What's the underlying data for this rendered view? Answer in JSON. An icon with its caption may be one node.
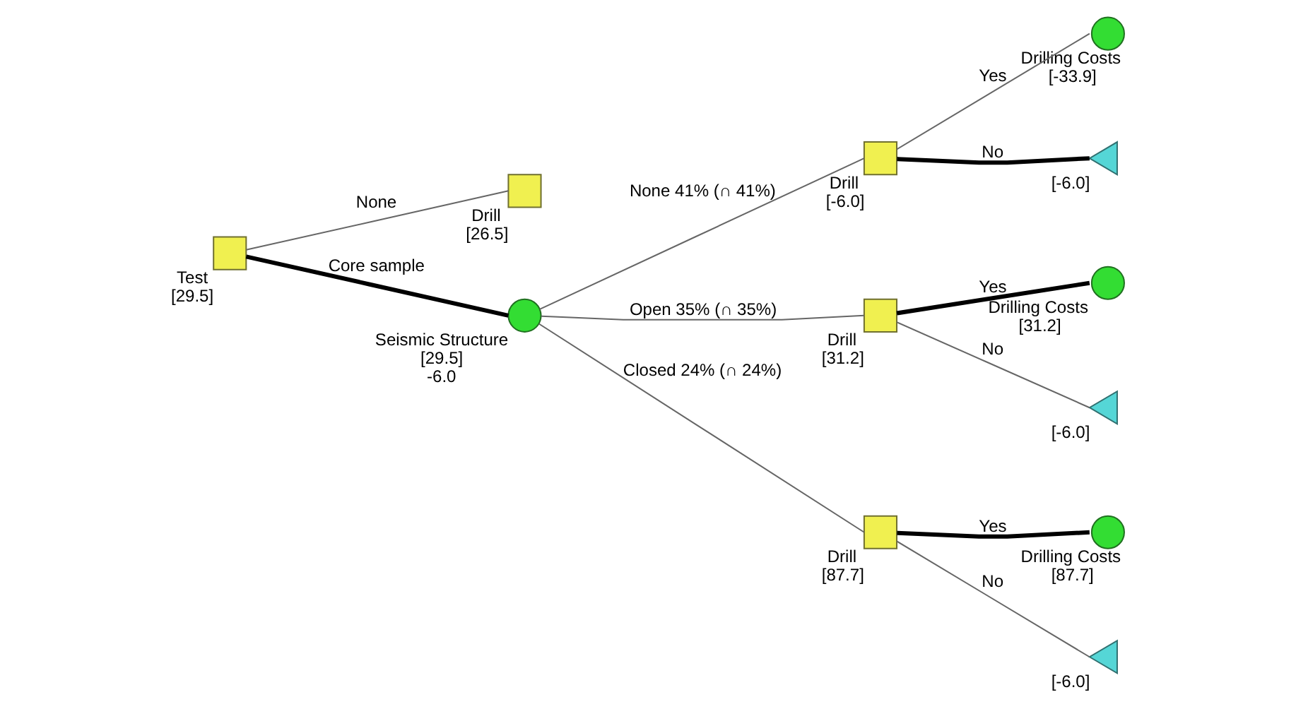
{
  "diagram": {
    "nodes": [
      {
        "text": [
          "Test"
        ],
        "beside": [
          "[29.5]"
        ]
      },
      {
        "text": [
          "Drill"
        ],
        "beside": [
          "[26.5]"
        ]
      },
      {
        "text": [
          "Seismic Structure"
        ],
        "beside": [
          "[29.5]",
          "-6.0"
        ]
      },
      {
        "text": [
          "Drill"
        ],
        "beside": [
          "[-6.0]"
        ]
      },
      {
        "text": [
          "Drill"
        ],
        "beside": [
          "[31.2]"
        ]
      },
      {
        "text": [
          "Drill"
        ],
        "beside": [
          "[87.7]"
        ]
      },
      {
        "text": [
          "Drilling Costs"
        ],
        "beside": [
          "[-33.9]"
        ]
      },
      {
        "text": [],
        "shape": "triangle",
        "beside": [
          "[-6.0]"
        ]
      },
      {
        "text": [
          "Drilling Costs"
        ],
        "beside": [
          "[31.2]"
        ]
      },
      {
        "text": [],
        "shape": "triangle",
        "beside": [
          "[-6.0]"
        ]
      },
      {
        "text": [
          "Drilling Costs"
        ],
        "beside": [
          "[87.7]"
        ]
      },
      {
        "text": [],
        "shape": "triangle",
        "beside": [
          "[-6.0]"
        ]
      }
    ],
    "edges": [
      {
        "from": 0,
        "to": 1,
        "arrow": "none",
        "label": "None"
      },
      {
        "from": 0,
        "to": 2,
        "arrow": "none",
        "label": "Core sample",
        "style": "thick",
        "color": "#000000"
      },
      {
        "from": 2,
        "to": 3,
        "arrow": "none",
        "label": "None 41% (∩ 41%)"
      },
      {
        "from": 2,
        "to": 4,
        "arrow": "none",
        "label": "Open 35% (∩ 35%)"
      },
      {
        "from": 2,
        "to": 5,
        "arrow": "none",
        "label": "Closed 24% (∩ 24%)"
      },
      {
        "from": 3,
        "to": 6,
        "arrow": "none",
        "label": "Yes"
      },
      {
        "from": 3,
        "to": 7,
        "arrow": "none",
        "label": "No",
        "style": "thick",
        "color": "#000000"
      },
      {
        "from": 4,
        "to": 8,
        "arrow": "none",
        "label": "Yes",
        "style": "thick",
        "color": "#000000"
      },
      {
        "from": 4,
        "to": 9,
        "arrow": "none",
        "label": "No"
      },
      {
        "from": 5,
        "to": 10,
        "arrow": "none",
        "label": "Yes",
        "style": "thick",
        "color": "#000000"
      },
      {
        "from": 5,
        "to": 11,
        "arrow": "none",
        "label": "No"
      }
    ]
  }
}
